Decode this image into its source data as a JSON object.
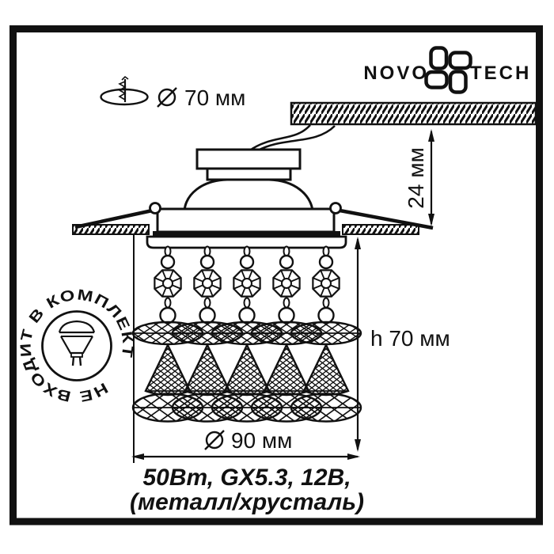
{
  "colors": {
    "ink": "#111111",
    "paper": "#ffffff"
  },
  "header": {
    "cutout_diameter_label": "70 мм",
    "logo_left": "NOVO",
    "logo_right": "TECH"
  },
  "dimensions": {
    "recess_depth": "24 мм",
    "pendant_height": "h 70 мм",
    "body_diameter": "90 мм"
  },
  "stamp": {
    "circular_text": "НЕ ВХОДИТ В КОМПЛЕКТ"
  },
  "caption": {
    "line1": "50Вт, GX5.3, 12В,",
    "line2": "(металл/хрусталь)"
  },
  "icons": {
    "cutout_hole": "ellipse-with-screw",
    "diameter_symbol": "slashed-circle",
    "logo_mark": "four-petal-pinwheel",
    "stamp_lamp": "mr16-halogen-lamp-side-view"
  }
}
